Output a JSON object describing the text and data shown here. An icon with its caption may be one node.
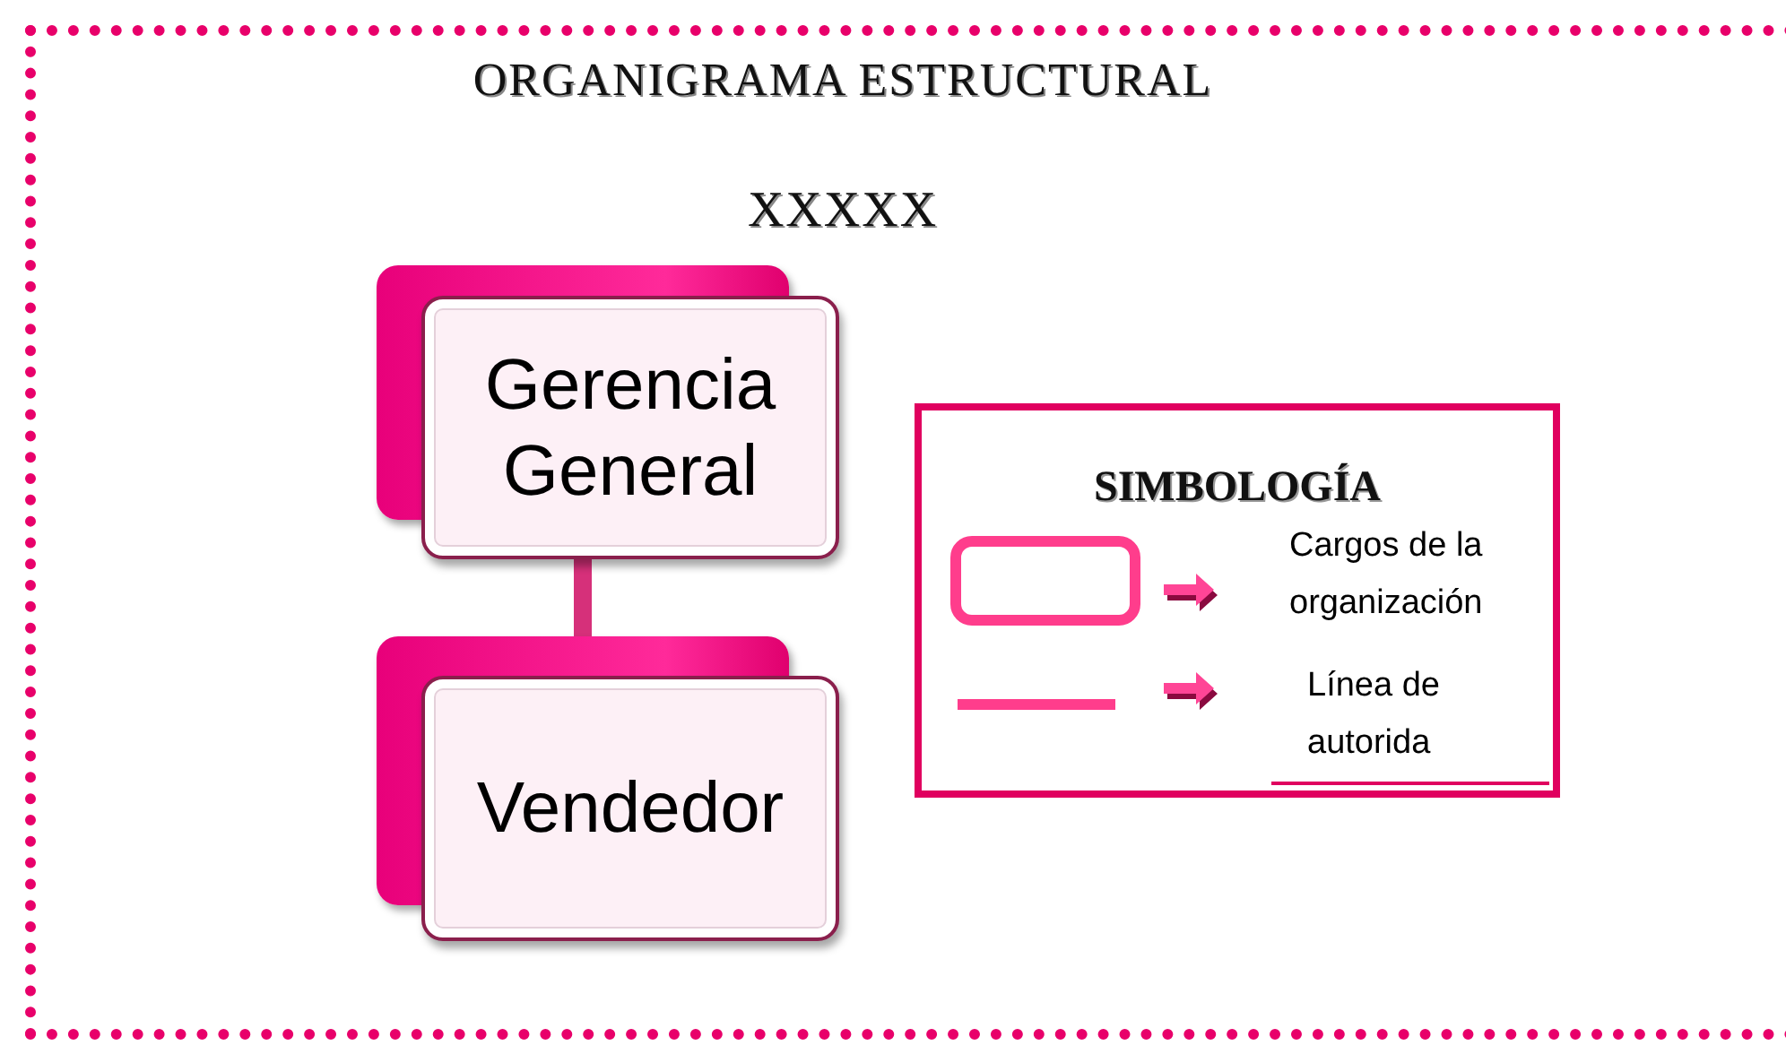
{
  "diagram": {
    "title": "ORGANIGRAMA ESTRUCTURAL",
    "nodes": [
      {
        "text": [
          "Gerencia General"
        ]
      },
      {
        "text": [
          "Vendedor"
        ]
      }
    ],
    "edges": [
      {
        "from": 0,
        "to": 1,
        "arrow": "none"
      }
    ],
    "labels": [
      "XXXXX",
      "SIMBOLOGÍA"
    ],
    "legend": [
      {
        "text": "Cargos de la organización",
        "color": "#ff3d8c"
      },
      {
        "text": "Línea de autorida",
        "color": "#ff3d8c"
      }
    ]
  }
}
